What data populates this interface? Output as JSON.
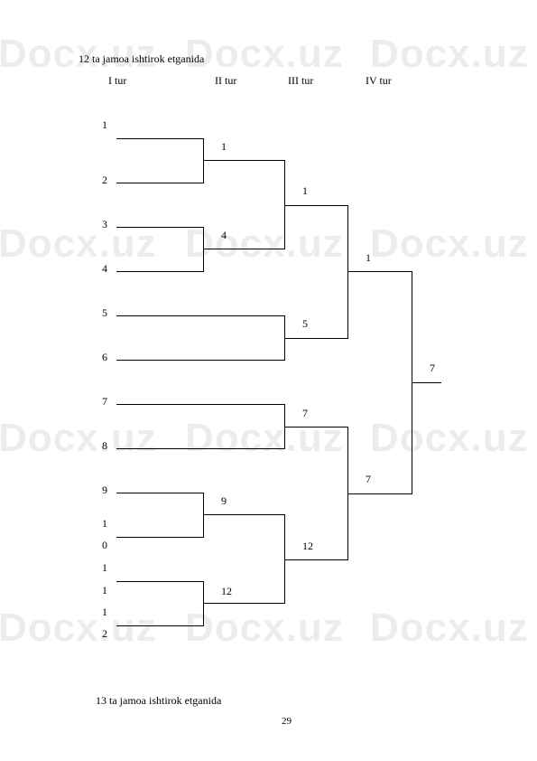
{
  "heading": "12 ta jamoa ishtirok etganida",
  "rounds": [
    "I tur",
    "II tur",
    "III tur",
    "IV tur"
  ],
  "round1_seeds": [
    "1",
    "2",
    "3",
    "4",
    "5",
    "6",
    "7",
    "8",
    "9",
    "1",
    "0",
    "1",
    "1",
    "1",
    "2"
  ],
  "round2_winners": [
    "1",
    "4",
    "9",
    "12"
  ],
  "round3_winners": [
    "1",
    "5",
    "7",
    "12"
  ],
  "round4_winners": [
    "1",
    "7"
  ],
  "champion": "7",
  "footer_heading": "13 ta jamoa ishtirok etganida",
  "page_number": "29",
  "watermark": "Docx.uz"
}
